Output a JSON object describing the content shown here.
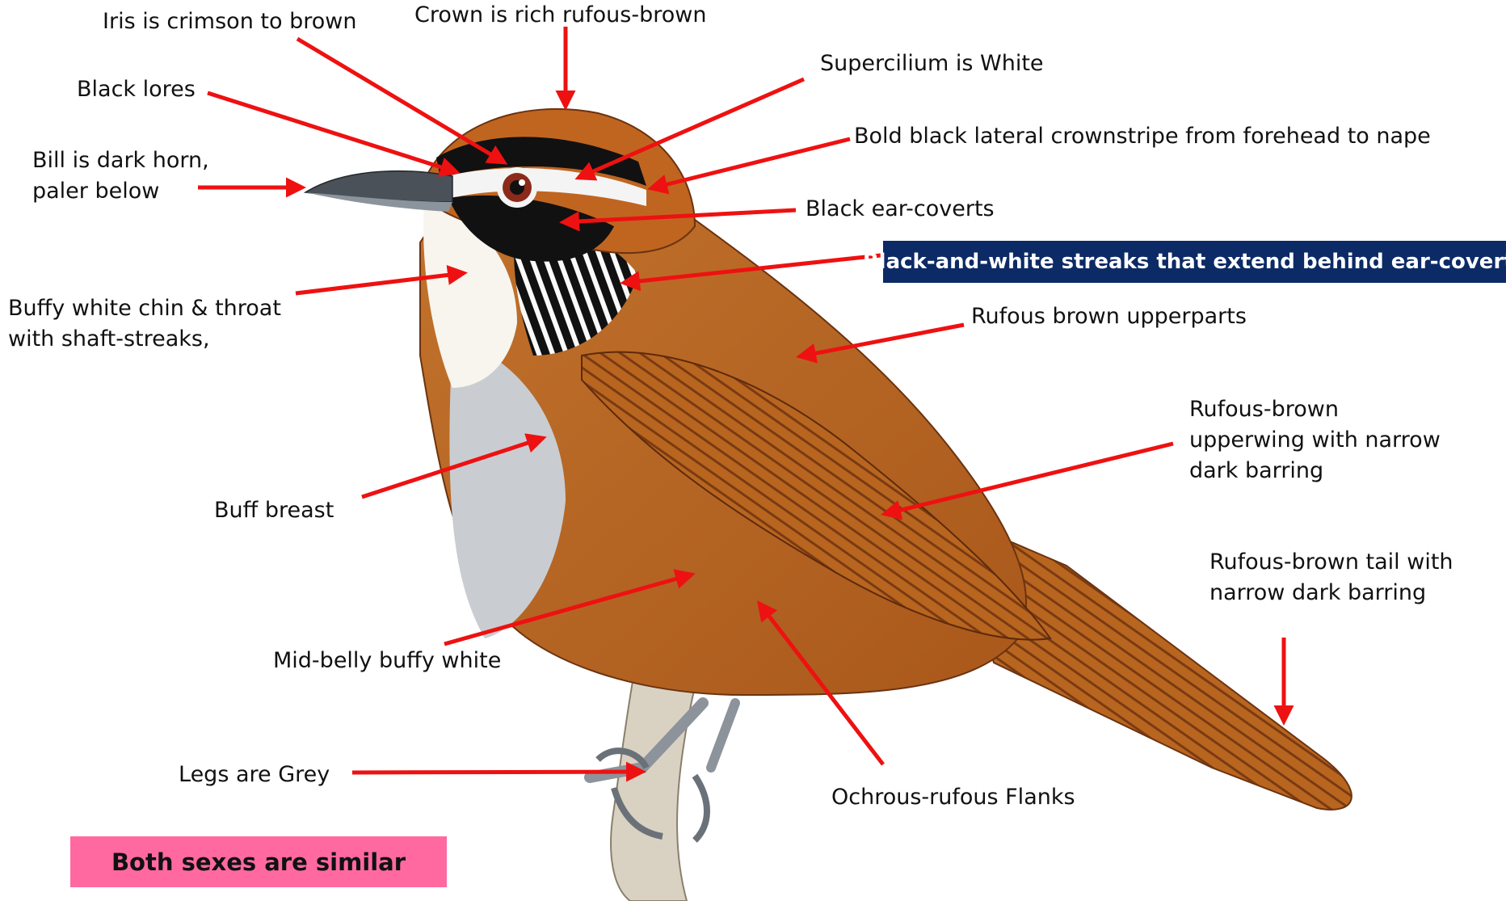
{
  "labels": {
    "iris": "Iris is crimson to brown",
    "crown": "Crown is rich rufous-brown",
    "lores": "Black  lores",
    "supercilium": "Supercilium  is White",
    "bill": [
      "Bill is dark horn,",
      "paler below"
    ],
    "crownstripe": "Bold black lateral crownstripe from forehead to nape",
    "ear_coverts": "Black  ear-coverts",
    "streaks": "Black-and-white streaks that extend behind ear-coverts",
    "chin": [
      "Buffy white chin & throat",
      "with  shaft-streaks,"
    ],
    "upperparts": "Rufous brown upperparts",
    "upperwing": [
      "Rufous-brown",
      "upperwing with narrow",
      "dark barring"
    ],
    "breast": "Buff breast",
    "tail": [
      "Rufous-brown tail with",
      "narrow dark barring"
    ],
    "belly": "Mid-belly buffy white",
    "legs": "Legs are  Grey",
    "flanks": "Ochrous-rufous Flanks",
    "sexes": "Both sexes are similar"
  },
  "colors": {
    "arrow": "#ee1111",
    "streak_box": "#0c2a66",
    "sexes_box": "#ff69a0",
    "rufous": "#b8651f",
    "rufous_dark": "#7a3a12",
    "breast_grey": "#c9cdd2",
    "throat_white": "#f7f5ee",
    "leg_grey": "#8d939a",
    "branch": "#d9d2c2"
  }
}
